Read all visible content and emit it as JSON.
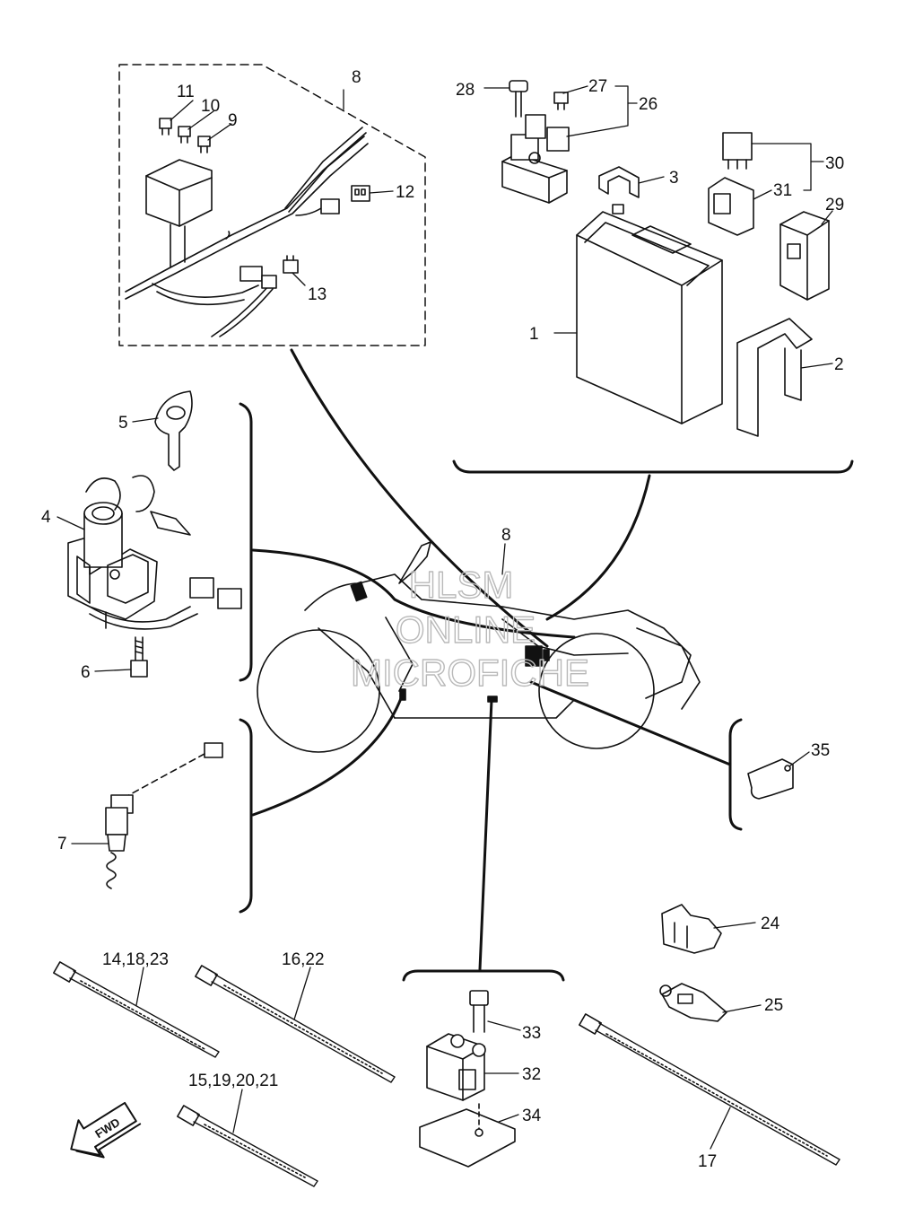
{
  "diagram": {
    "watermark": [
      "HLSM",
      "ONLINE",
      "MICROFICHE"
    ],
    "fwd_label": "FWD",
    "labels": {
      "p1": "1",
      "p2": "2",
      "p3": "3",
      "p4": "4",
      "p5": "5",
      "p6": "6",
      "p7": "7",
      "p8_inset": "8",
      "p8_harness": "8",
      "p9": "9",
      "p10": "10",
      "p11": "11",
      "p12": "12",
      "p13": "13",
      "p14_18_23": "14,18,23",
      "p15_19_20_21": "15,19,20,21",
      "p16_22": "16,22",
      "p17": "17",
      "p24": "24",
      "p25": "25",
      "p26": "26",
      "p27": "27",
      "p28": "28",
      "p29": "29",
      "p30": "30",
      "p31": "31",
      "p32": "32",
      "p33": "33",
      "p34": "34",
      "p35": "35"
    }
  }
}
